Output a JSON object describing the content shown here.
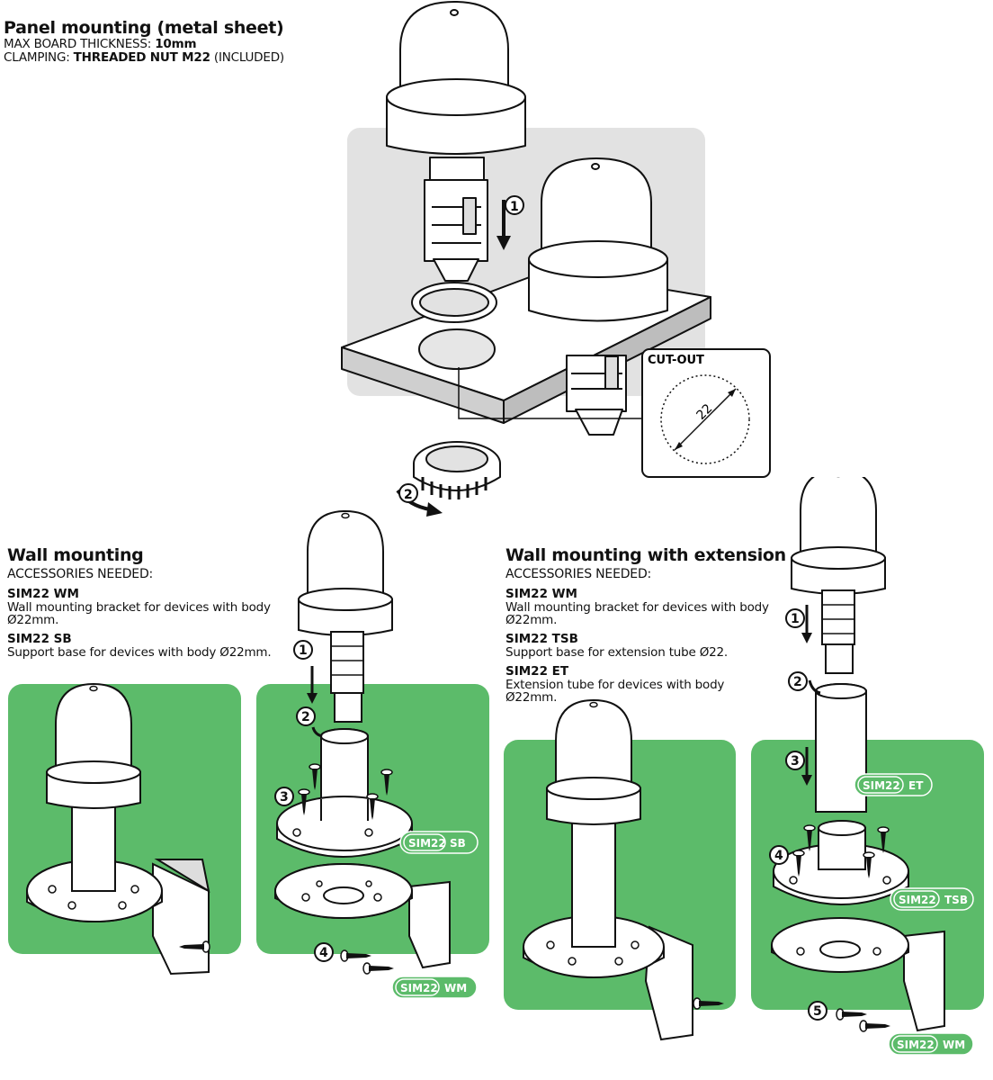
{
  "panel": {
    "title": "Panel mounting (metal sheet)",
    "line1_label": "MAX BOARD THICKNESS: ",
    "line1_value": "10mm",
    "line2_label": "CLAMPING: ",
    "line2_value": "THREADED NUT M22",
    "line2_suffix": " (INCLUDED)",
    "cutout_label": "CUT-OUT",
    "cutout_diameter": "22",
    "steps": [
      "1",
      "2"
    ]
  },
  "wall": {
    "title": "Wall mounting",
    "accessories_heading": "ACCESSORIES NEEDED:",
    "accessories": [
      {
        "name": "SIM22 WM",
        "desc": "Wall mounting bracket for devices with body Ø22mm."
      },
      {
        "name": "SIM22 SB",
        "desc": "Support base for devices with body Ø22mm."
      }
    ],
    "steps": [
      "1",
      "2",
      "3",
      "4"
    ],
    "badges": [
      {
        "prefix": "SIM22",
        "suffix": "SB"
      },
      {
        "prefix": "SIM22",
        "suffix": "WM"
      }
    ]
  },
  "wall_ext": {
    "title": "Wall mounting with extension",
    "accessories_heading": "ACCESSORIES NEEDED:",
    "accessories": [
      {
        "name": "SIM22 WM",
        "desc": "Wall mounting bracket for devices with body Ø22mm."
      },
      {
        "name": "SIM22 TSB",
        "desc": "Support base for extension tube Ø22."
      },
      {
        "name": "SIM22 ET",
        "desc": "Extension tube for devices with body Ø22mm."
      }
    ],
    "steps": [
      "1",
      "2",
      "3",
      "4",
      "5"
    ],
    "badges": [
      {
        "prefix": "SIM22",
        "suffix": "ET"
      },
      {
        "prefix": "SIM22",
        "suffix": "TSB"
      },
      {
        "prefix": "SIM22",
        "suffix": "WM"
      }
    ]
  },
  "colors": {
    "green": "#5cbb6a",
    "grey_zone": "#e2e2e2",
    "ink": "#111111"
  }
}
